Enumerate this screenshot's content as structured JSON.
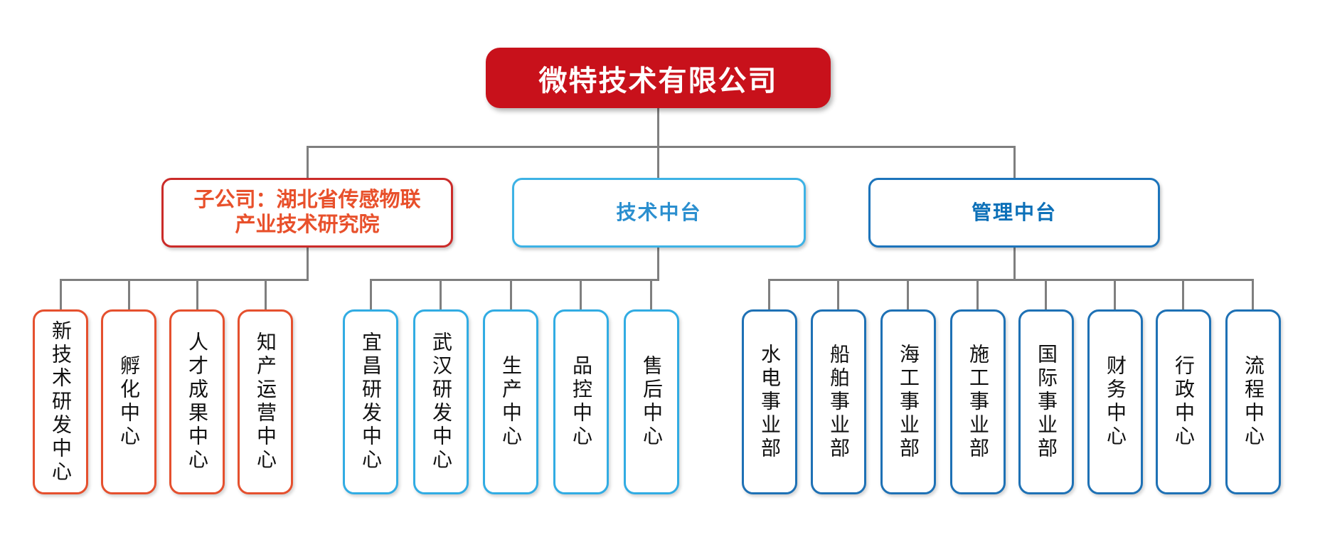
{
  "org": {
    "root": {
      "label": "微特技术有限公司"
    },
    "branches": [
      {
        "label": "子公司：湖北省传感物联产业技术研究院",
        "label_lines": [
          "子公司：湖北省传感物联",
          "产业技术研究院"
        ],
        "children": [
          "新技术研发中心",
          "孵化中心",
          "人才成果中心",
          "知产运营中心"
        ]
      },
      {
        "label": "技术中台",
        "children": [
          "宜昌研发中心",
          "武汉研发中心",
          "生产中心",
          "品控中心",
          "售后中心"
        ]
      },
      {
        "label": "管理中台",
        "children": [
          "水电事业部",
          "船舶事业部",
          "海工事业部",
          "施工事业部",
          "国际事业部",
          "财务中心",
          "行政中心",
          "流程中心"
        ]
      }
    ],
    "colors": {
      "root_bg": "#c8111b",
      "root_text": "#ffffff",
      "subsidiary_border": "#cb2b29",
      "subsidiary_text": "#e8502b",
      "subsidiary_child_border": "#e5502e",
      "tech_border": "#3db2e5",
      "tech_text": "#2b8fcf",
      "tech_child_border": "#31ace3",
      "mgmt_border": "#1c74bb",
      "mgmt_text": "#0c70b8",
      "mgmt_child_border": "#1e71b5",
      "connector": "#7f7f7f",
      "leaf_text": "#111111"
    }
  }
}
